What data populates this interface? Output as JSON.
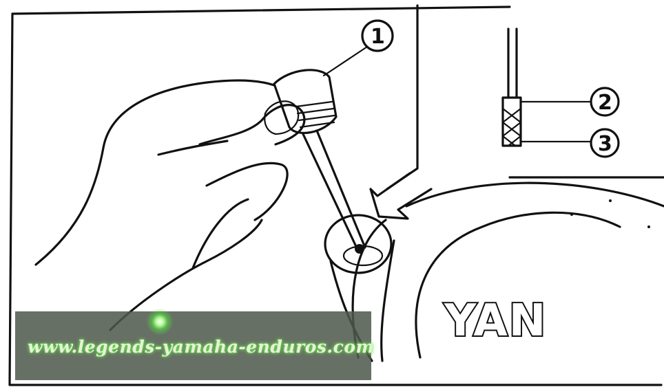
{
  "callouts": {
    "one": "1",
    "two": "2",
    "three": "3"
  },
  "engine_brand": "YAN",
  "watermark": "www.legends-yamaha-enduros.com",
  "colors": {
    "ink": "#111111",
    "paper": "#ffffff",
    "watermark_band": "#4e584a",
    "watermark_glow": "#7bff5c"
  }
}
